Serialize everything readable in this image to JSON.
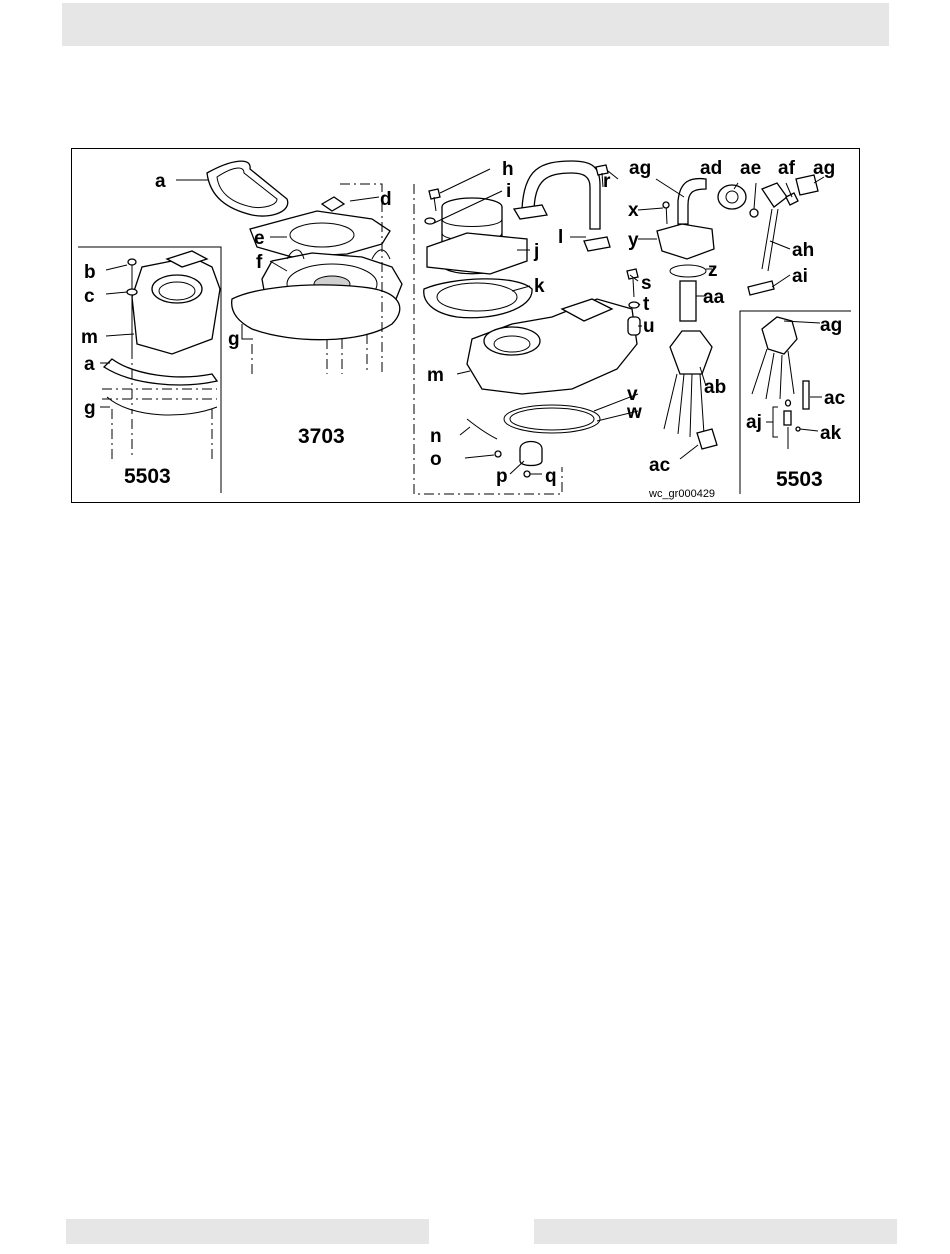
{
  "figure": {
    "id": "wc_gr000429",
    "models": {
      "center": "3703",
      "left_inset": "5503",
      "right_inset": "5503"
    },
    "labels": {
      "a": "a",
      "b": "b",
      "c": "c",
      "d": "d",
      "e": "e",
      "f": "f",
      "g": "g",
      "h": "h",
      "i": "i",
      "j": "j",
      "k": "k",
      "l": "l",
      "m": "m",
      "n": "n",
      "o": "o",
      "p": "p",
      "q": "q",
      "r": "r",
      "s": "s",
      "t": "t",
      "u": "u",
      "v": "v",
      "w": "w",
      "x": "x",
      "y": "y",
      "z": "z",
      "aa": "aa",
      "ab": "ab",
      "ac": "ac",
      "ad": "ad",
      "ae": "ae",
      "af": "af",
      "ag": "ag",
      "ah": "ah",
      "ai": "ai",
      "aj": "aj",
      "ak": "ak"
    }
  }
}
